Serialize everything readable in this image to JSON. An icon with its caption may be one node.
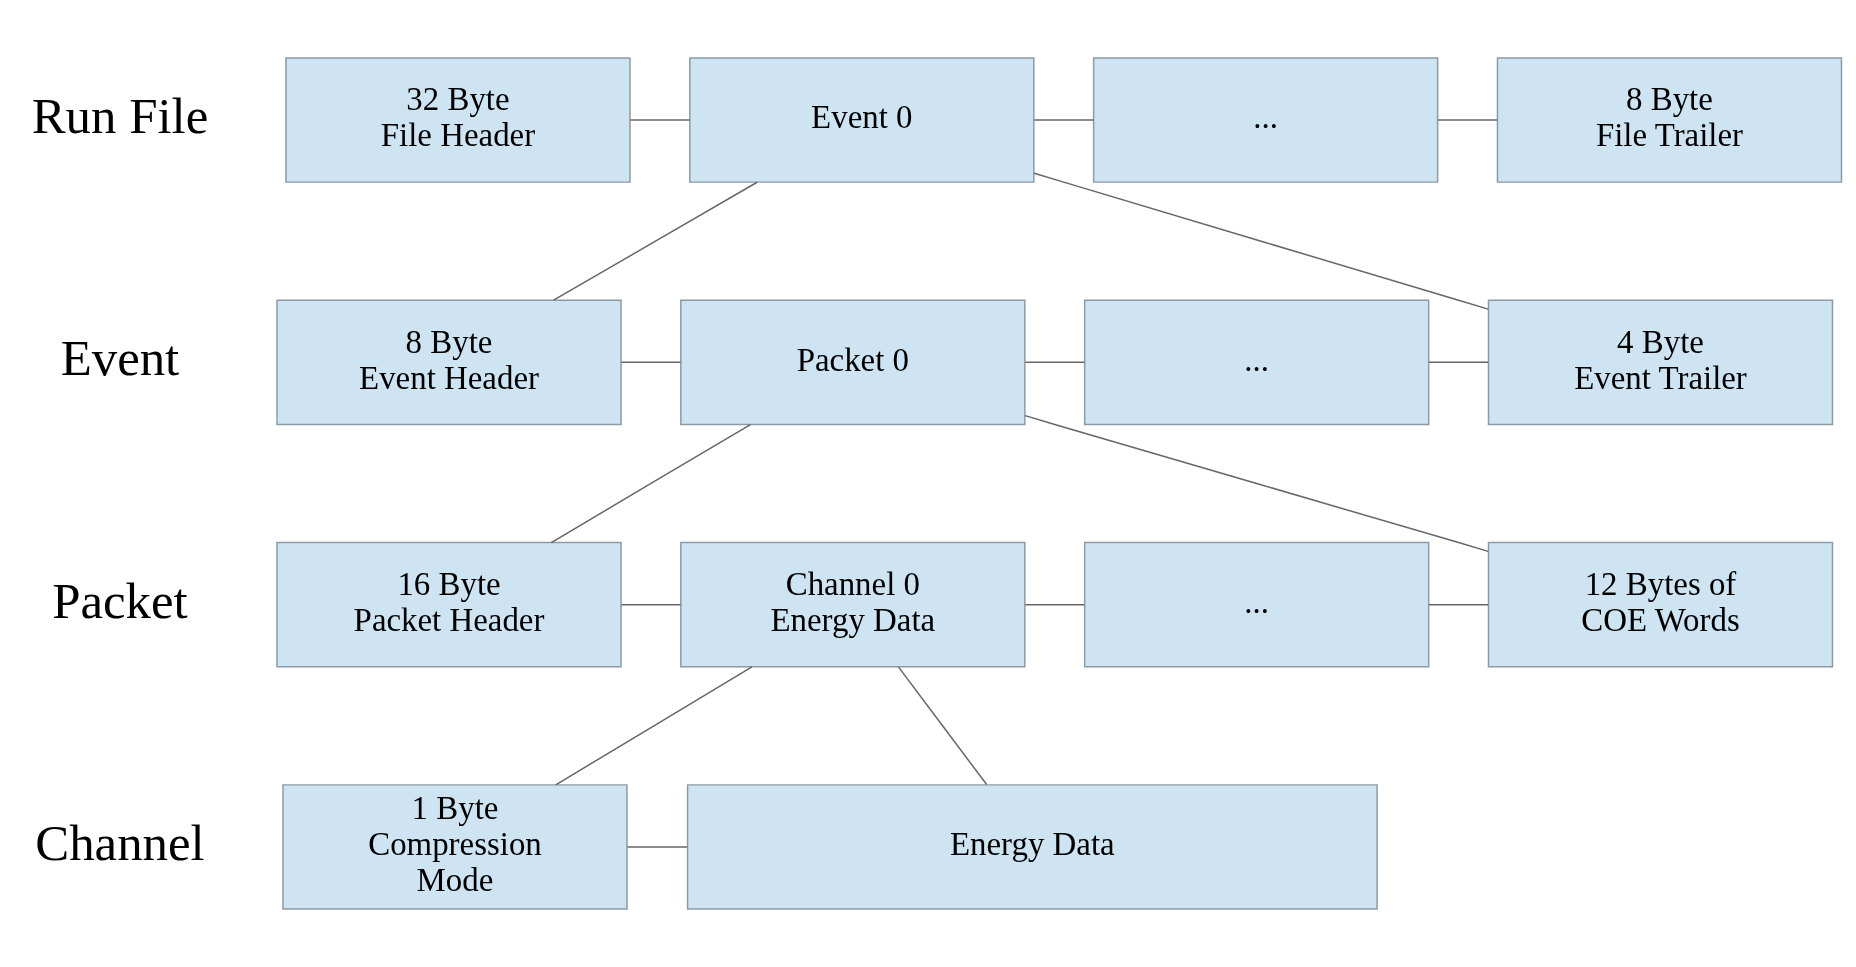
{
  "diagram": {
    "nodes": [
      {
        "text": [
          "32 Byte File Header"
        ]
      },
      {
        "text": [
          "Event 0"
        ]
      },
      {
        "text": [
          "..."
        ]
      },
      {
        "text": [
          "8 Byte File Trailer"
        ]
      },
      {
        "text": [
          "8 Byte Event Header"
        ]
      },
      {
        "text": [
          "Packet 0"
        ]
      },
      {
        "text": [
          "..."
        ]
      },
      {
        "text": [
          "4 Byte Event Trailer"
        ]
      },
      {
        "text": [
          "16 Byte Packet Header"
        ]
      },
      {
        "text": [
          "Channel 0 Energy Data"
        ]
      },
      {
        "text": [
          "..."
        ]
      },
      {
        "text": [
          "12 Bytes of COE Words"
        ]
      },
      {
        "text": [
          "1 Byte Compression Mode"
        ]
      },
      {
        "text": [
          "Energy Data"
        ]
      }
    ],
    "edges": [
      {
        "from": 0,
        "to": 1,
        "arrow": "none"
      },
      {
        "from": 1,
        "to": 2,
        "arrow": "none"
      },
      {
        "from": 2,
        "to": 3,
        "arrow": "none"
      },
      {
        "from": 1,
        "to": 4,
        "arrow": "none"
      },
      {
        "from": 1,
        "to": 7,
        "arrow": "none"
      },
      {
        "from": 4,
        "to": 5,
        "arrow": "none"
      },
      {
        "from": 5,
        "to": 6,
        "arrow": "none"
      },
      {
        "from": 6,
        "to": 7,
        "arrow": "none"
      },
      {
        "from": 5,
        "to": 8,
        "arrow": "none"
      },
      {
        "from": 5,
        "to": 11,
        "arrow": "none"
      },
      {
        "from": 8,
        "to": 9,
        "arrow": "none"
      },
      {
        "from": 9,
        "to": 10,
        "arrow": "none"
      },
      {
        "from": 10,
        "to": 11,
        "arrow": "none"
      },
      {
        "from": 9,
        "to": 12,
        "arrow": "none"
      },
      {
        "from": 9,
        "to": 13,
        "arrow": "none"
      },
      {
        "from": 12,
        "to": 13,
        "arrow": "none"
      }
    ],
    "labels": [
      "Run File",
      "Event",
      "Packet",
      "Channel"
    ]
  }
}
